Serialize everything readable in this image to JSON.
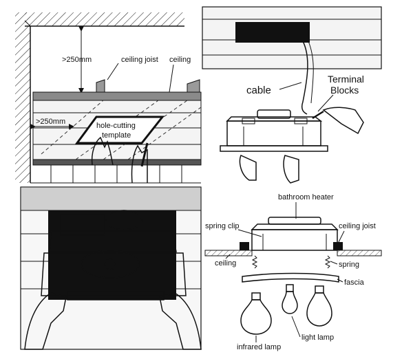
{
  "panel1": {
    "dim_vertical": ">250mm",
    "dim_horizontal": ">250mm",
    "label_joist": "ceiling joist",
    "label_ceiling": "ceiling",
    "label_template_line1": "hole-cutting",
    "label_template_line2": "template"
  },
  "panel2": {
    "label_cable": "cable",
    "label_terminal_line1": "Terminal",
    "label_terminal_line2": "Blocks"
  },
  "panel4": {
    "label_heater": "bathroom heater",
    "label_spring_clip": "spring clip",
    "label_joist": "ceiling joist",
    "label_ceiling": "ceiling",
    "label_spring": "spring",
    "label_fascia": "fascia",
    "label_infrared": "infrared lamp",
    "label_light": "light lamp"
  }
}
